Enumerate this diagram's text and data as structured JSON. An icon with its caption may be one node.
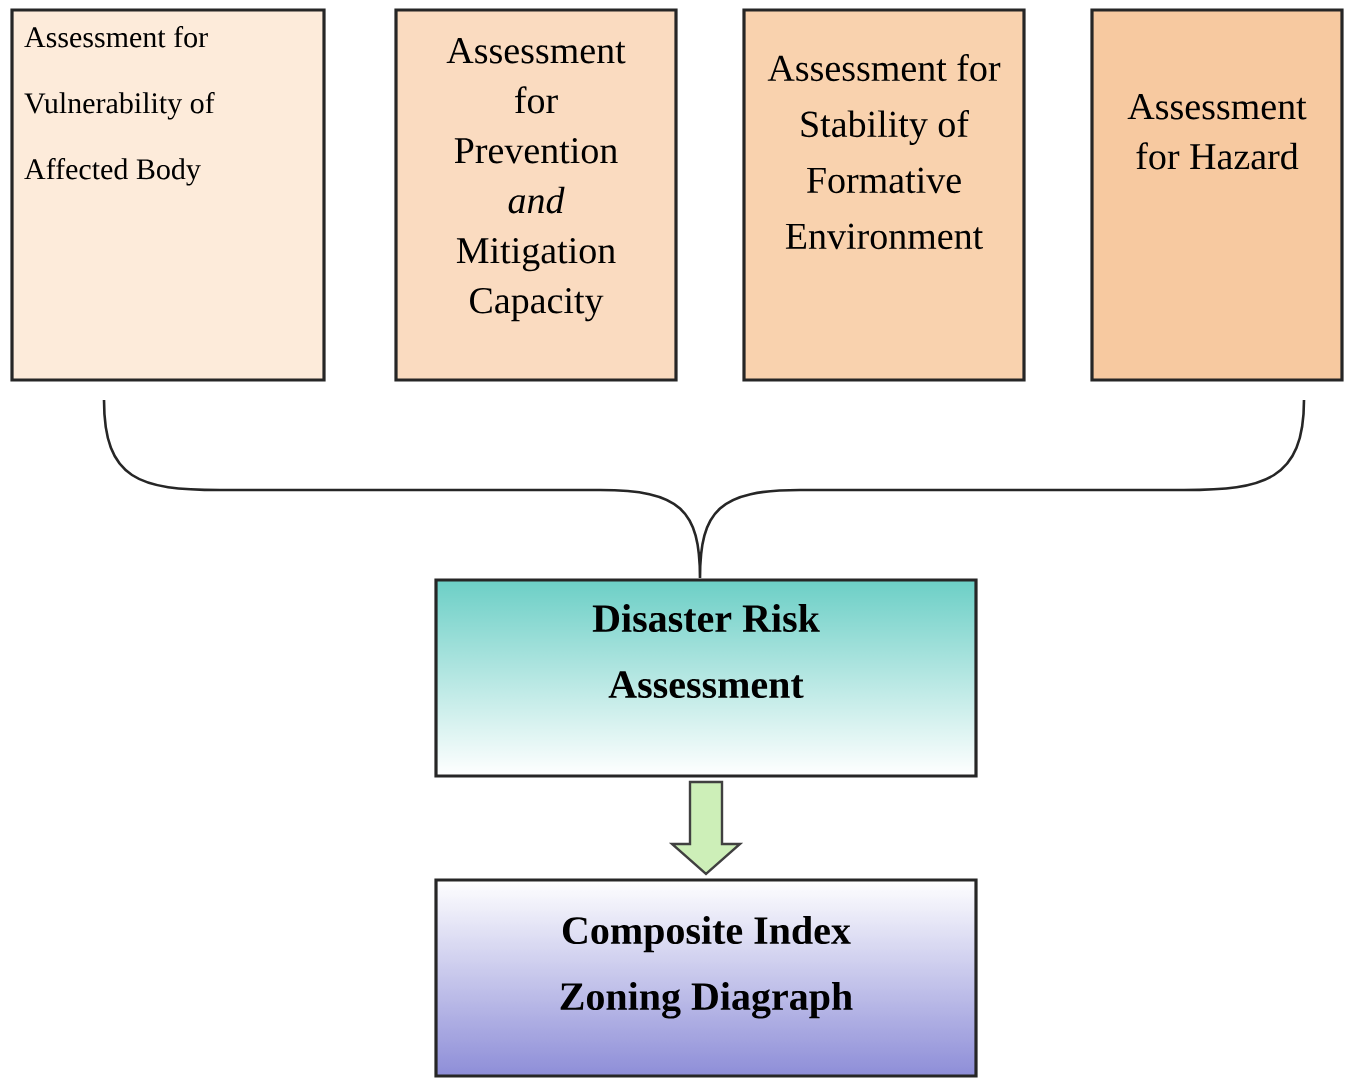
{
  "diagram": {
    "nodes": [
      {
        "text": [
          "Assessment for Vulnerability of Affected Body"
        ]
      },
      {
        "text": [
          "Assessment for Prevention *and* Mitigation Capacity"
        ]
      },
      {
        "text": [
          "Assessment for Stability of Formative Environment"
        ]
      },
      {
        "text": [
          "Assessment for Hazard"
        ]
      },
      {
        "text": [
          "Disaster Risk Assessment"
        ]
      },
      {
        "text": [
          "Composite Index Zoning Diagraph"
        ]
      }
    ],
    "edges": [
      {
        "from": 4,
        "to": 5,
        "arrow": "to"
      }
    ]
  }
}
